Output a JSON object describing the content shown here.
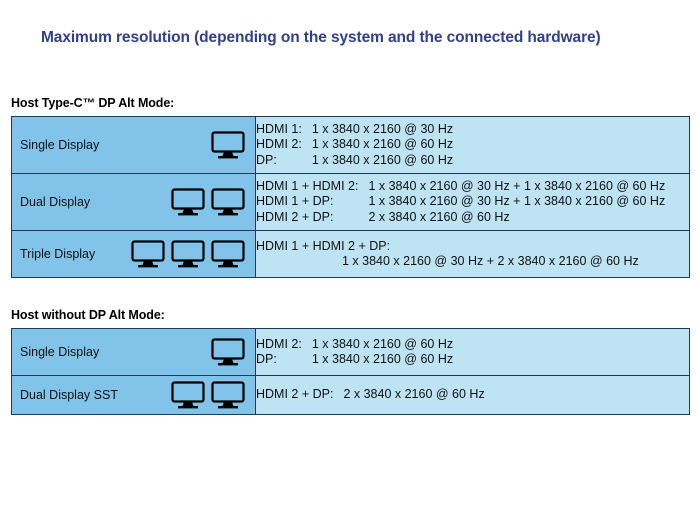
{
  "title": "Maximum resolution (depending on the system and the connected hardware)",
  "colors": {
    "title_text": "#313F8C",
    "left_cell_bg": "#82C3EA",
    "right_cell_bg": "#BEE3F2",
    "border": "#1d3c5c",
    "body_text": "#111111"
  },
  "sections": [
    {
      "header": "Host Type-C™ DP Alt Mode:",
      "rows": [
        {
          "label": "Single Display",
          "monitor_count": 1,
          "layout": "pairs",
          "lines": [
            {
              "key": "HDMI 1:",
              "value": "1 x 3840 x 2160 @ 30 Hz"
            },
            {
              "key": "HDMI 2:",
              "value": "1 x 3840 x 2160 @ 60 Hz"
            },
            {
              "key": "DP:",
              "value": "1 x 3840 x 2160 @ 60 Hz"
            }
          ]
        },
        {
          "label": "Dual Display",
          "monitor_count": 2,
          "layout": "pairs",
          "lines": [
            {
              "key": "HDMI 1 + HDMI 2:",
              "value": "1 x 3840 x 2160 @ 30 Hz + 1 x 3840 x 2160 @ 60 Hz"
            },
            {
              "key": "HDMI 1 + DP:",
              "value": "1 x 3840 x 2160 @ 30 Hz + 1 x 3840 x 2160 @ 60 Hz"
            },
            {
              "key": "HDMI 2 + DP:",
              "value": "2 x 3840 x 2160 @ 60 Hz"
            }
          ]
        },
        {
          "label": "Triple Display",
          "monitor_count": 3,
          "layout": "stacked",
          "lines": [
            {
              "key": "HDMI 1 + HDMI 2 + DP:",
              "value": "1 x 3840 x 2160 @ 30 Hz + 2 x 3840 x 2160 @ 60 Hz"
            }
          ]
        }
      ]
    },
    {
      "header": "Host without DP Alt Mode:",
      "rows": [
        {
          "label": "Single Display",
          "monitor_count": 1,
          "layout": "pairs",
          "lines": [
            {
              "key": "HDMI 2:",
              "value": "1 x 3840 x 2160 @ 60 Hz"
            },
            {
              "key": "DP:",
              "value": "1 x 3840 x 2160 @ 60 Hz"
            }
          ]
        },
        {
          "label": "Dual Display SST",
          "monitor_count": 2,
          "layout": "pairs",
          "lines": [
            {
              "key": "HDMI 2 + DP:",
              "value": "2 x 3840 x 2160 @ 60 Hz"
            }
          ]
        }
      ]
    }
  ]
}
